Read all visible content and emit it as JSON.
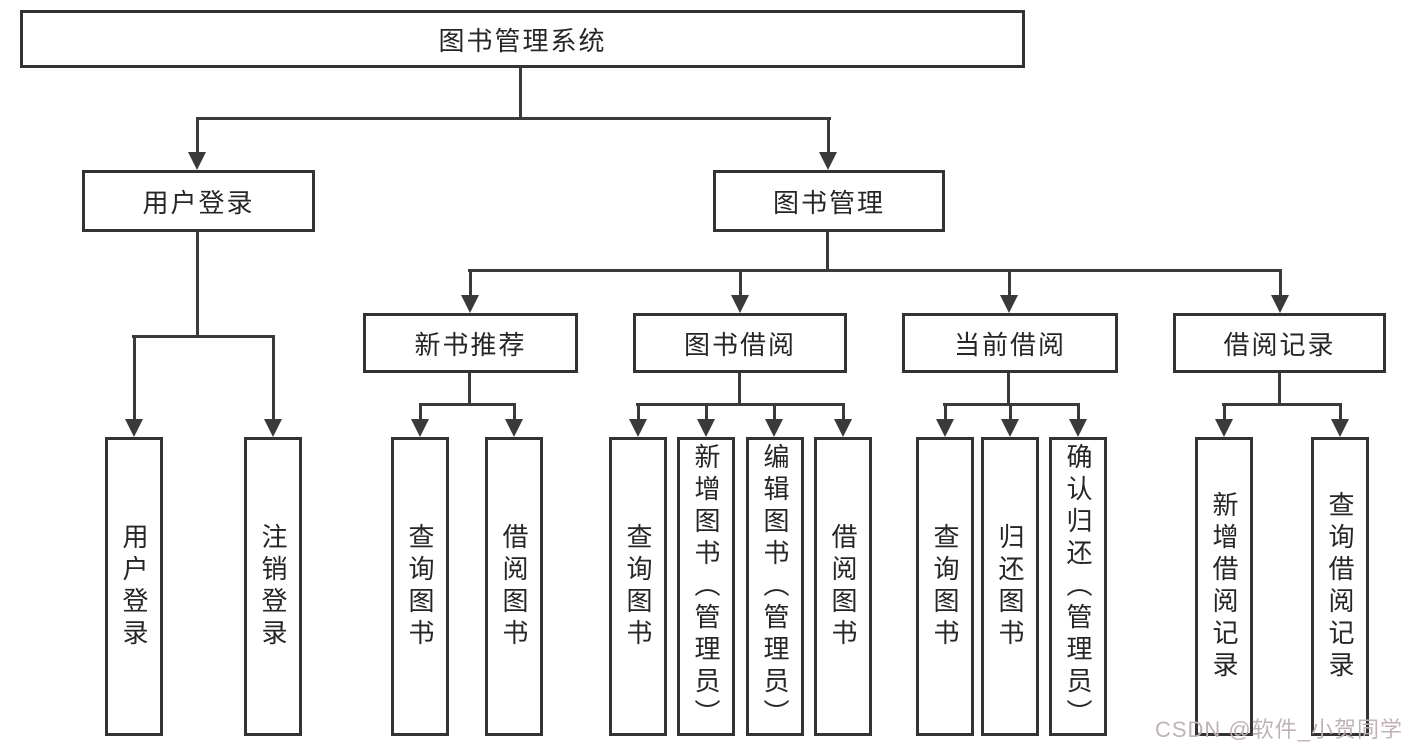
{
  "diagram": {
    "root": "图书管理系统",
    "level2": [
      "用户登录",
      "图书管理"
    ],
    "level3": [
      "新书推荐",
      "图书借阅",
      "当前借阅",
      "借阅记录"
    ],
    "leaves_user_login": [
      "用户登录",
      "注销登录"
    ],
    "leaves_new_book": [
      "查询图书",
      "借阅图书"
    ],
    "leaves_book_borrow": [
      "查询图书",
      "新增图书（管理员）",
      "编辑图书（管理员）",
      "借阅图书"
    ],
    "leaves_current_borrow": [
      "查询图书",
      "归还图书",
      "确认归还（管理员）"
    ],
    "leaves_borrow_record": [
      "新增借阅记录",
      "查询借阅记录"
    ]
  },
  "watermark": {
    "text": "CSDN @软件_小贺同学"
  },
  "colors": {
    "line": "#3a3a3a",
    "border": "#333333",
    "text": "#262626",
    "bg": "#ffffff",
    "watermark": "#c1b2b5"
  }
}
